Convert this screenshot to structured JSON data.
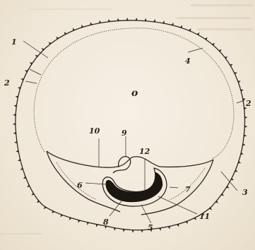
{
  "diagram": {
    "labels": {
      "l1": "1",
      "l2a": "2",
      "l2b": "2",
      "l3": "3",
      "l4": "4",
      "l5": "5",
      "l6": "6",
      "l7": "7",
      "l8": "8",
      "l9": "9",
      "l10": "10",
      "l11": "11",
      "l12": "12",
      "center": "o"
    },
    "colors": {
      "ink": "#2c261f",
      "paper": "#f3ece0",
      "embryo_band": "#1a1612"
    }
  }
}
